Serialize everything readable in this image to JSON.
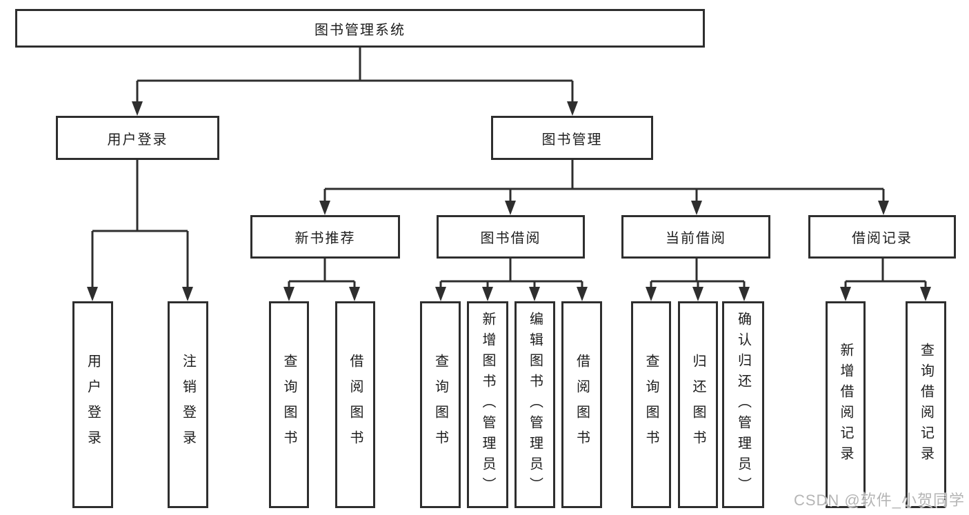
{
  "page": {
    "watermark": "CSDN @软件_小贺同学"
  },
  "colors": {
    "line": "#2e2e2e",
    "box_border": "#2e2e2e",
    "box_background": "#ffffff",
    "text": "#1d1d1d",
    "watermark": "#b5b5b5"
  },
  "tree": {
    "root": {
      "label": "图书管理系统"
    },
    "children": [
      {
        "label": "用户登录",
        "children": [
          {
            "label": "用户登录"
          },
          {
            "label": "注销登录"
          }
        ]
      },
      {
        "label": "图书管理",
        "children": [
          {
            "label": "新书推荐",
            "children": [
              {
                "label": "查询图书"
              },
              {
                "label": "借阅图书"
              }
            ]
          },
          {
            "label": "图书借阅",
            "children": [
              {
                "label": "查询图书"
              },
              {
                "label": "新增图书（管理员）"
              },
              {
                "label": "编辑图书（管理员）"
              },
              {
                "label": "借阅图书"
              }
            ]
          },
          {
            "label": "当前借阅",
            "children": [
              {
                "label": "查询图书"
              },
              {
                "label": "归还图书"
              },
              {
                "label": "确认归还（管理员）"
              }
            ]
          },
          {
            "label": "借阅记录",
            "children": [
              {
                "label": "新增借阅记录"
              },
              {
                "label": "查询借阅记录"
              }
            ]
          }
        ]
      }
    ]
  }
}
